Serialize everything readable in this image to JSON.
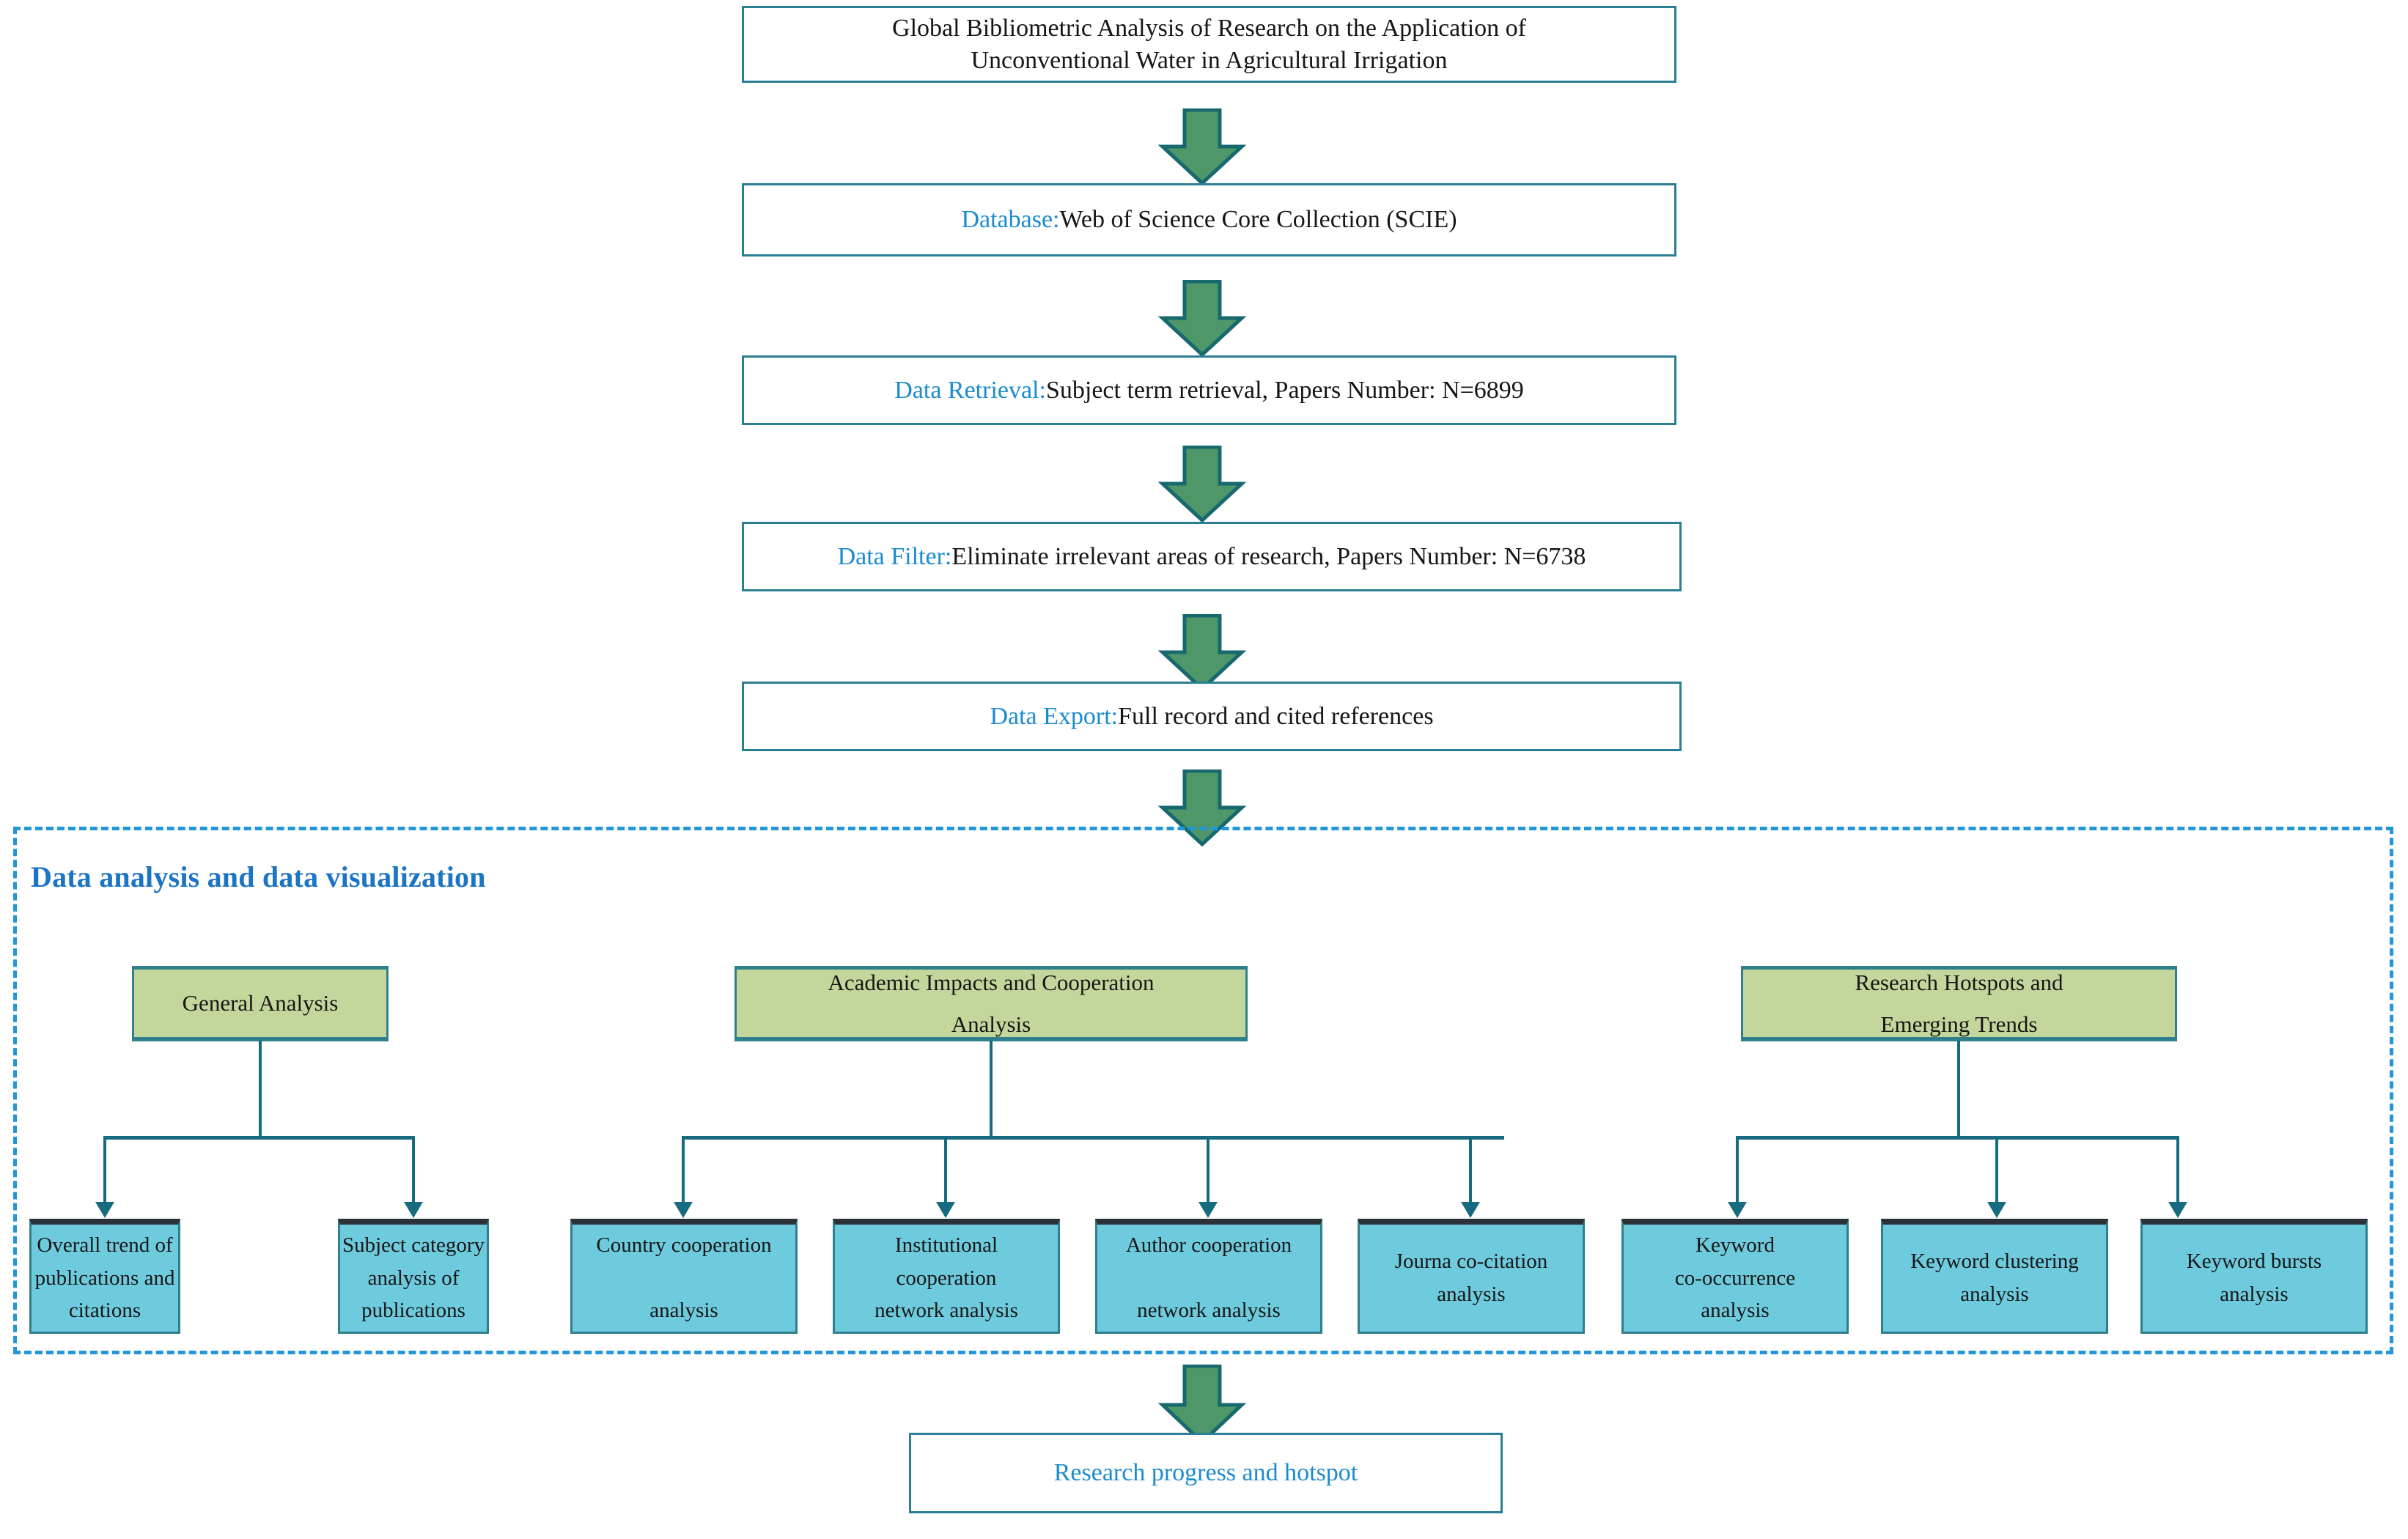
{
  "diagram": {
    "title": "Global Bibliometric Analysis of Research on the Application of Unconventional Water in Agricultural Irrigation",
    "flow_steps": [
      {
        "id": "title",
        "label": "",
        "text": "Global Bibliometric Analysis of Research on the Application of\nUnconventional Water in Agricultural Irrigation"
      },
      {
        "id": "database",
        "label": "Database:",
        "text": "Web of Science Core Collection (SCIE)"
      },
      {
        "id": "data-retrieval",
        "label": "Data Retrieval:",
        "text": "Subject term retrieval, Papers Number: N=6899"
      },
      {
        "id": "data-filter",
        "label": "Data Filter:",
        "text": "Eliminate irrelevant areas of research, Papers Number: N=6738"
      },
      {
        "id": "data-export",
        "label": "Data Export:",
        "text": "Full record and cited references"
      }
    ],
    "region": {
      "title": "Data analysis and data visualization"
    },
    "groups": [
      {
        "id": "general-analysis",
        "title": "General Analysis",
        "leaves": [
          "Overall trend of\npublications and\ncitations",
          "Subject category\nanalysis of\npublications"
        ]
      },
      {
        "id": "academic-impacts",
        "title": "Academic Impacts and Cooperation\nAnalysis",
        "leaves": [
          "Country cooperation\n\nanalysis",
          "Institutional\ncooperation\nnetwork analysis",
          "Author cooperation\n\nnetwork analysis",
          "Journa co-citation\nanalysis"
        ]
      },
      {
        "id": "research-hotspots",
        "title": "Research Hotspots and\nEmerging Trends",
        "leaves": [
          "Keyword\nco-occurrence\nanalysis",
          "Keyword clustering\nanalysis",
          "Keyword bursts\nanalysis"
        ]
      }
    ],
    "conclusion": {
      "text": "Research progress and hotspot"
    },
    "colors": {
      "flow_border": "#2b7f93",
      "label_blue": "#1b8bd0",
      "arrow_green": "#4e9768",
      "arrow_outline": "#18696f",
      "dashed_blue": "#2196d8",
      "region_title": "#1b74c4",
      "category_fill": "#c3d69b",
      "category_border": "#2f7f8c",
      "leaf_fill": "#6ecbdd",
      "leaf_top_border": "#2b3338",
      "connector": "#176b7e"
    }
  }
}
